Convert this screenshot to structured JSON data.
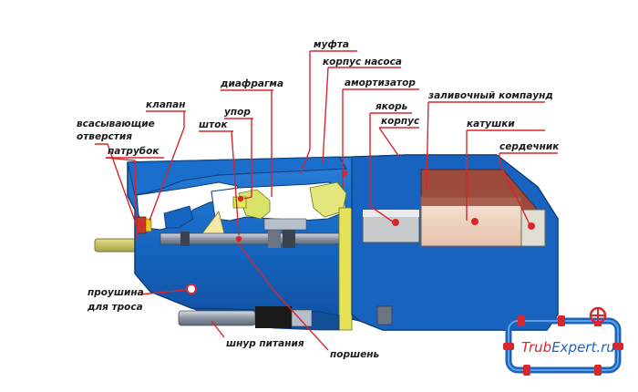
{
  "labels": {
    "mufta": "муфта",
    "korpus_nasosa": "корпус насоса",
    "diafragma": "диафрагма",
    "amortizator": "амортизатор",
    "upor": "упор",
    "klapan": "клапан",
    "zalivochny_kompaund": "заливочный компаунд",
    "yakor": "якорь",
    "shtok": "шток",
    "korpus": "корпус",
    "vsasyvayushchie_line1": "всасывающие",
    "vsasyvayushchie_line2": "отверстия",
    "katushki": "катушки",
    "patrubok": "патрубок",
    "serdechnik": "сердечник",
    "proushina_line1": "проушина",
    "proushina_line2": "для троса",
    "shnur_pitaniya": "шнур питания",
    "porshen": "поршень"
  },
  "watermark": {
    "brand_part1": "Trub",
    "brand_part2": "Expert",
    "brand_part3": ".ru"
  },
  "colors": {
    "pump_blue": "#1565c0",
    "pump_blue_light": "#2f86dd",
    "leader_red": "#d8262b",
    "coil_copper": "#f3d8c5",
    "compound_brown": "#9b4a3c",
    "rod_grey": "#8c95a3",
    "armature_yellow": "#e8e55a"
  }
}
